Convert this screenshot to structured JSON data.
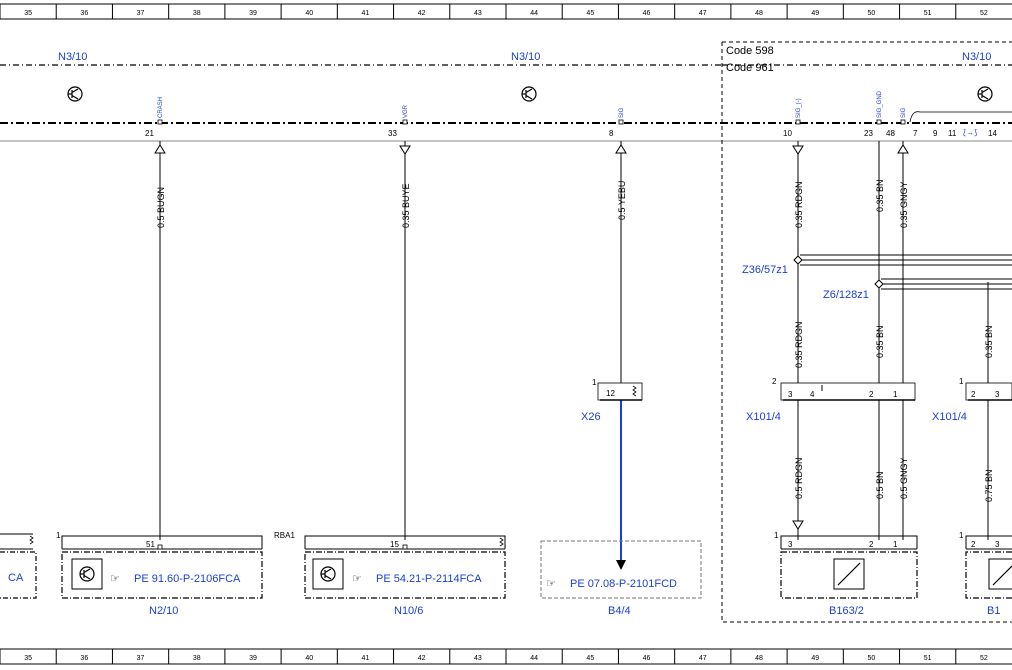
{
  "ruler": {
    "columns": [
      "35",
      "36",
      "37",
      "38",
      "39",
      "40",
      "41",
      "42",
      "43",
      "44",
      "45",
      "46",
      "47",
      "48",
      "49",
      "50",
      "51",
      "52"
    ]
  },
  "modules": {
    "left": "N3/10",
    "mid": "N3/10",
    "right": "N3/10",
    "code1": "Code 598",
    "code2": "Code 961"
  },
  "signals": {
    "crash": "CRASH",
    "vgr": "VGR",
    "sig1": "SIG",
    "sig_minus": "SIG_(-)",
    "sig_gnd": "SIG_GND",
    "sig2": "SIG"
  },
  "pins": {
    "p21": "21",
    "p33": "33",
    "p8": "8",
    "p10": "10",
    "p23": "23",
    "p48": "48",
    "p7": "7",
    "p9": "9",
    "p11": "11",
    "p14": "14"
  },
  "wires": {
    "w1": "0.5 BUGN",
    "w2": "0.35 BUYE",
    "w3": "0.5 YEBU",
    "w4": "0.35 RDGN",
    "w5": "0.35 BN",
    "w6": "0.35 GNGY",
    "w7": "0.35 RDGN",
    "w8": "0.35 BN",
    "w9": "0.35 BN",
    "w10": "0.5 RDGN",
    "w11": "0.5 BN",
    "w12": "0.5 GNGY",
    "w13": "0.75 BN"
  },
  "splices": {
    "z1": "Z36/57z1",
    "z2": "Z6/128z1"
  },
  "connectors": {
    "x26": "X26",
    "x26_pin": "12",
    "x26_num": "1",
    "x101a": "X101/4",
    "x101a_num": "2",
    "x101a_p3": "3",
    "x101a_p4": "4",
    "x101a_p2": "2",
    "x101a_p1": "1",
    "x101b": "X101/4",
    "x101b_num": "1",
    "x101b_p2": "2",
    "x101b_p3": "3"
  },
  "components": {
    "n210": {
      "label": "N2/10",
      "ref": "PE 91.60-P-2106FCA",
      "pin": "51",
      "num": "1"
    },
    "n106": {
      "label": "N10/6",
      "ref": "PE 54.21-P-2114FCA",
      "pin": "15",
      "num": "RBA1"
    },
    "b44": {
      "label": "B4/4",
      "ref": "PE 07.08-P-2101FCD"
    },
    "b1632": {
      "label": "B163/2",
      "num": "1",
      "p3": "3",
      "p2": "2",
      "p1": "1"
    },
    "b1": {
      "label": "B1",
      "num": "1",
      "p2": "2",
      "p3": "3"
    },
    "left_partial": "CA"
  }
}
